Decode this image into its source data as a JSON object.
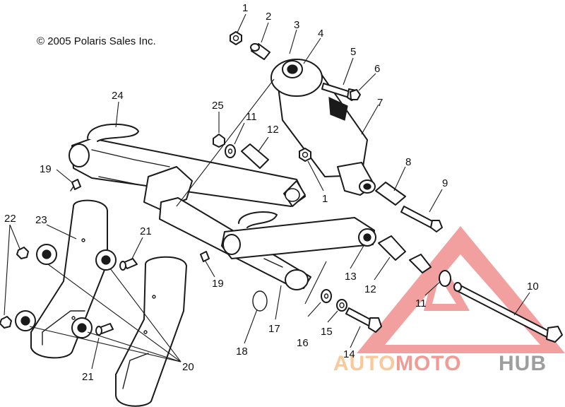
{
  "copyright": "© 2005 Polaris Sales Inc.",
  "callouts": {
    "c1a": "1",
    "c2": "2",
    "c3": "3",
    "c4": "4",
    "c5": "5",
    "c6": "6",
    "c7": "7",
    "c24": "24",
    "c25": "25",
    "c11a": "11",
    "c12a": "12",
    "c1b": "1",
    "c8": "8",
    "c9": "9",
    "c19a": "19",
    "c22": "22",
    "c23": "23",
    "c21a": "21",
    "c19b": "19",
    "c13": "13",
    "c12b": "12",
    "c10": "10",
    "c11b": "11",
    "c16": "16",
    "c15": "15",
    "c17": "17",
    "c18": "18",
    "c14": "14",
    "c21b": "21",
    "c20": "20"
  },
  "watermark": {
    "part1": "AUTO",
    "part2": "MOTO",
    "part3": "HUB",
    "color_auto": "#f6c08a",
    "color_moto": "#f08a82",
    "color_hub": "#8e8e8e",
    "triangle_color": "#ef8f8f"
  }
}
